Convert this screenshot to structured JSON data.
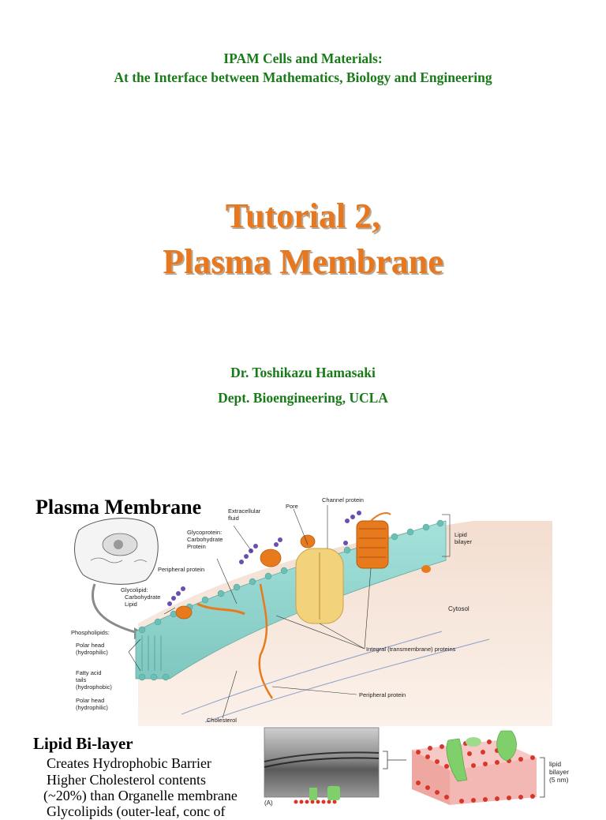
{
  "header": {
    "line1": "IPAM Cells and Materials:",
    "line2": "At the Interface between Mathematics, Biology and Engineering"
  },
  "title": {
    "line1": "Tutorial  2,",
    "line2": "Plasma Membrane"
  },
  "author": {
    "name": "Dr. Toshikazu Hamasaki",
    "dept": "Dept. Bioengineering, UCLA"
  },
  "section": {
    "title": "Plasma Membrane"
  },
  "diagram_labels": {
    "extracellular_fluid_1": "Extracellular",
    "extracellular_fluid_2": "fluid",
    "pore": "Pore",
    "channel_protein": "Channel protein",
    "lipid_bilayer_1": "Lipid",
    "lipid_bilayer_2": "bilayer",
    "glycoprotein_1": "Glycoprotein:",
    "glycoprotein_2": "Carbohydrate",
    "glycoprotein_3": "Protein",
    "peripheral_protein_top": "Peripheral protein",
    "glycolipid_1": "Glycolipid:",
    "glycolipid_2": "Carbohydrate",
    "glycolipid_3": "Lipid",
    "cytosol": "Cytosol",
    "phospholipids": "Phospholipids:",
    "polar_head_1": "Polar head",
    "polar_head_2": "(hydrophilic)",
    "fatty_acid_1": "Fatty acid",
    "fatty_acid_2": "tails",
    "fatty_acid_3": "(hydrophobic)",
    "polar_head_b1": "Polar head",
    "polar_head_b2": "(hydrophilic)",
    "integral_proteins": "Integral (transmembrane) proteins",
    "peripheral_protein_bottom": "Peripheral protein",
    "cholesterol": "Cholesterol"
  },
  "lipid": {
    "title": "Lipid Bi-layer",
    "bullets": [
      "Creates Hydrophobic Barrier",
      "Higher Cholesterol contents",
      "(~20%) than Organelle membrane",
      "Glycolipids (outer-leaf, conc of"
    ],
    "micrograph_label": "(A)",
    "model_label_1": "lipid",
    "model_label_2": "bilayer",
    "model_label_3": "(5 nm)"
  },
  "colors": {
    "header_green": "#1a7a1a",
    "title_orange": "#e8781f",
    "membrane_teal": "#8fd6cf",
    "protein_orange": "#e87a1e",
    "channel_yellow": "#f2d27a",
    "carbohydrate_purple": "#6a4fb3"
  }
}
